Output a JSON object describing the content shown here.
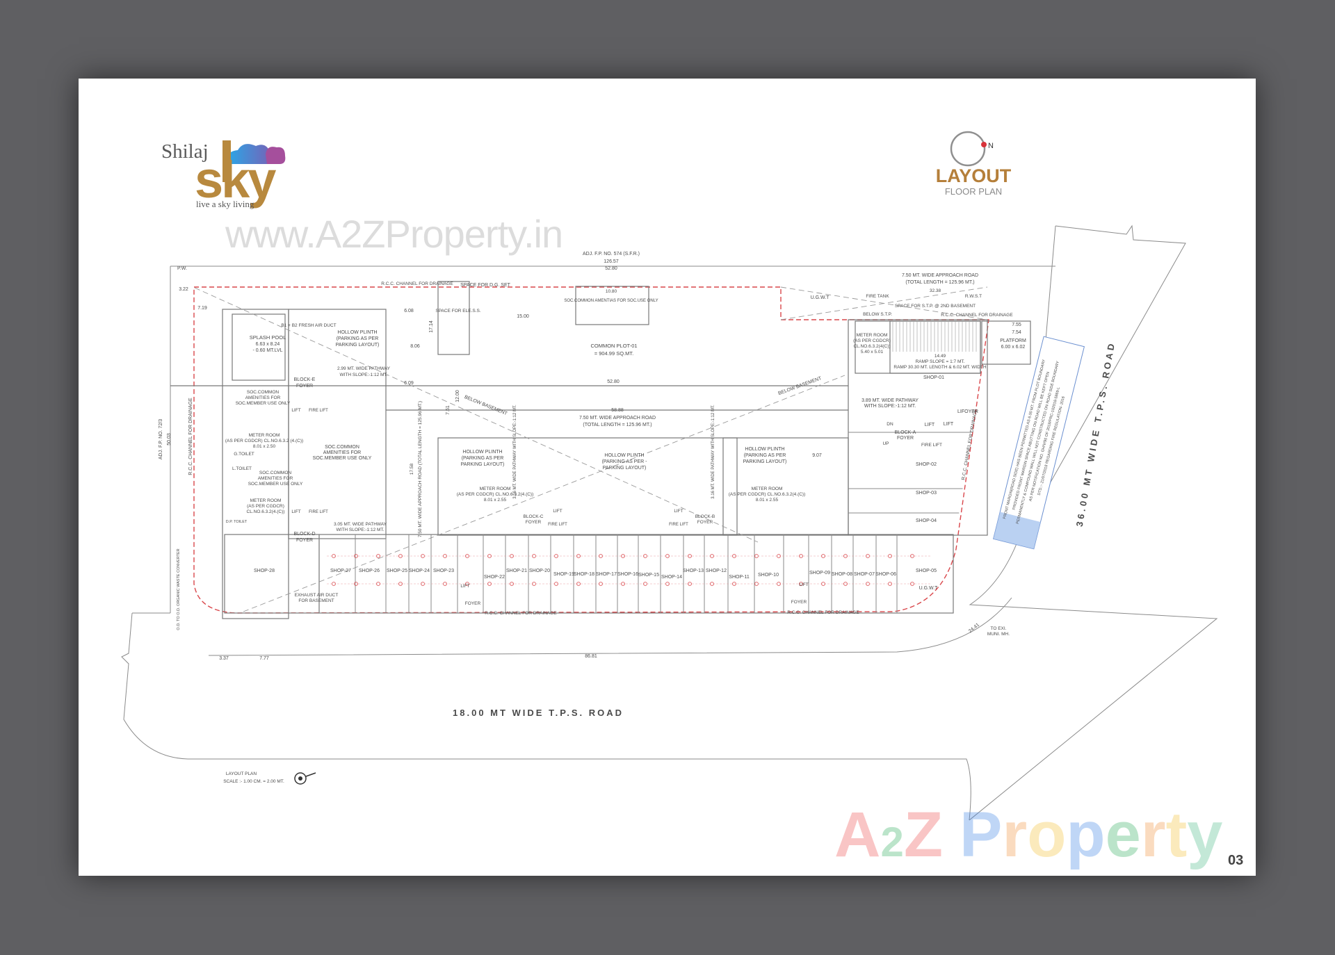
{
  "brand": {
    "name_top": "Shilaj",
    "name_main": "sky",
    "tagline": "live a sky living"
  },
  "watermark_url": "www.A2ZProperty.in",
  "watermark_brand": "A2Z Property",
  "header_badge": {
    "title": "LAYOUT",
    "subtitle": "FLOOR PLAN",
    "north": "N"
  },
  "page_number": "03",
  "colors": {
    "background": "#5f5f62",
    "sheet": "#ffffff",
    "brand_gold": "#b8893e",
    "plan_line": "#7a7a7a",
    "plan_red": "#d9464a",
    "note_blue": "#a9c6ef"
  },
  "roads": {
    "bottom": "18.00 MT WIDE T.P.S. ROAD",
    "right": "36.00 MT WIDE T.P.S. ROAD"
  },
  "legend": {
    "title": "LAYOUT PLAN",
    "scale": "SCALE :- 1.00 CM. = 2.00 MT."
  },
  "shops": [
    "SHOP-01",
    "SHOP-02",
    "SHOP-03",
    "SHOP-04",
    "SHOP-05",
    "SHOP-06",
    "SHOP-07",
    "SHOP-08",
    "SHOP-09",
    "SHOP-10",
    "SHOP-11",
    "SHOP-12",
    "SHOP-13",
    "SHOP-14",
    "SHOP-15",
    "SHOP-16",
    "SHOP-17",
    "SHOP-18",
    "SHOP-19",
    "SHOP-20",
    "SHOP-21",
    "SHOP-22",
    "SHOP-23",
    "SHOP-24",
    "SHOP-25",
    "SHOP-26",
    "SHOP-27",
    "SHOP-28"
  ],
  "labels": {
    "adj_top": "ADJ. F.P. NO. 574 (S.F.R.)",
    "dim_126": "126.57",
    "dim_52a": "52.80",
    "rcc_top": "R.C.C. CHANNEL FOR DRAINAGE",
    "dg_set": "SPACE FOR D.G. SET",
    "ele_ss": "SPACE FOR ELE.S.S.",
    "dim_15": "15.00",
    "dim_1080": "10.80",
    "soc_amen_top": "SOC.COMMON AMENTIAS FOR SOC.USE ONLY",
    "common_plot": "COMMON PLOT-01",
    "common_plot_area": "= 904.99 SQ.MT.",
    "dim_52b": "52.80",
    "dim_5888": "58.88",
    "approach_mid_1": "7.50 MT. WIDE APPROACH ROAD",
    "approach_mid_2": "(TOTAL LENGTH = 125.96 MT.)",
    "below_base_1": "BELOW BASEMENT",
    "below_base_2": "BELOW BASEMENT",
    "splash_pool": "SPLASH POOL",
    "splash_pool_size": "6.63 x 8.24",
    "splash_pool_lvl": "- 0.60 MT.LVL",
    "fresh_air": "B1 + B2 FRESH AIR DUCT",
    "hollow_e_1": "HOLLOW PLINTH",
    "hollow_e_2": "(PARKING AS PER",
    "hollow_e_3": "PARKING LAYOUT)",
    "path_299_1": "2.99 MT. WIDE PATHWAY",
    "path_299_2": "WITH SLOPE:-1:12 MT.",
    "block_e_1": "BLOCK-E",
    "block_e_2": "FOYER",
    "soc_a_1": "SOC.COMMON",
    "soc_a_2": "AMENITIES FOR",
    "soc_a_3": "SOC.MEMBER USE ONLY",
    "lift_e": "LIFT",
    "fire_lift_e": "FIRE LIFT",
    "meter_e_1": "METER ROOM",
    "meter_e_2": "(AS PER CGDCR) CL.NO.6.3.2 (4.(C))",
    "meter_e_3": "8.01 x 2.50",
    "soc_b_1": "SOC.COMMON",
    "soc_b_2": "AMENITIES FOR",
    "soc_b_3": "SOC.MEMBER USE ONLY",
    "g_toilet": "G.TOILET",
    "l_toilet": "L.TOILET",
    "soc_c_1": "SOC.COMMON",
    "soc_c_2": "AMENITIES FOR",
    "soc_c_3": "SOC.MEMBER USE ONLY",
    "meter_d_1": "METER ROOM",
    "meter_d_2": "(AS PER CGDCR)",
    "meter_d_3": "CL.NO.6.3.2(4.(C))",
    "dp_toilet": "D.P. TOILET",
    "lift_d": "LIFT",
    "fire_lift_d": "FIRE LIFT",
    "path_305_1": "3.05 MT. WIDE PATHWAY",
    "path_305_2": "WITH SLOPE:-1:12 MT.",
    "block_d_1": "BLOCK-D",
    "block_d_2": "FOYER",
    "exhaust_1": "EXHAUST AIR DUCT",
    "exhaust_2": "FOR BASEMENT",
    "rcc_left": "R.C.C. CHANNEL FOR DRAINAGE",
    "adj_left": "ADJ. F.P. NO. 72/3",
    "dim_5003": "50.03",
    "organic": "O.D. TO O.D. ORGANIC WASTE CONVERTER",
    "hollow_c_1": "HOLLOW PLINTH",
    "hollow_c_2": "(PARKING AS PER",
    "hollow_c_3": "PARKING LAYOUT)",
    "hollow_m_1": "HOLLOW PLINTH",
    "hollow_m_2": "(PARKING AS PER -",
    "hollow_m_3": "PARKING LAYOUT)",
    "hollow_b_1": "HOLLOW PLINTH",
    "hollow_b_2": "(PARKING AS PER",
    "hollow_b_3": "PARKING LAYOUT)",
    "path_316_a": "3.16 MT. WIDE PATHWAY WITH SLOPE:-1:12 MT.",
    "path_316_b": "3.16 MT. WIDE PATHWAY WITH SLOPE:-1:12 MT.",
    "approach_vert": "7.50 MT. WIDE APPROACH ROAD (TOTAL LENGTH = 125.96 MT.)",
    "dim_1758": "17.58",
    "meter_c_1": "METER ROOM",
    "meter_c_2": "(AS PER CGDCR) CL.NO.6.3.2(4.(C))",
    "meter_c_3": "8.01 x 2.55",
    "meter_b_1": "METER ROOM",
    "meter_b_2": "(AS PER CGDCR) CL.NO.6.3.2(4.(C))",
    "meter_b_3": "8.01 x 2.55",
    "block_c_1": "BLOCK-C",
    "block_c_2": "FOYER",
    "block_b_1": "BLOCK-B",
    "block_b_2": "FOYER",
    "lift_c": "LIFT",
    "fire_lift_c": "FIRE LIFT",
    "lift_b": "LIFT",
    "fire_lift_b": "FIRE LIFT",
    "dim_907": "9.07",
    "ugwt_top": "U.G.W.T",
    "fire_tank": "FIRE TANK",
    "stp_space": "SPACE FOR S.T.P. @ 2ND BASEMENT",
    "dim_3238": "32.38",
    "rwst": "R.W.S.T",
    "approach_tr_1": "7.50 MT. WIDE APPROACH ROAD",
    "approach_tr_2": "(TOTAL LENGTH = 125.96 MT.)",
    "below_stp": "BELOW S.T.P.",
    "rcc_tr": "R.C.C. CHANNEL FOR DRAINAGE",
    "meter_a_1": "METER ROOM",
    "meter_a_2": "(AS PER CGDCR)",
    "meter_a_3": "CL.NO.6.3.2(4(C))",
    "meter_a_4": "5.40 x 5.01",
    "ramp_1": "14.49",
    "ramp_2": "RAMP SLOPE = 1:7 MT.",
    "ramp_3": "RAMP 30.30 MT. LENGTH & 6.02 MT. WIDTH",
    "platform_1": "PLATFORM",
    "platform_2": "6.00 x 6.02",
    "dim_755": "7.55",
    "dim_754": "7.54",
    "path_389_1": "3.89 MT. WIDE PATHWAY",
    "path_389_2": "WITH SLOPE:-1:12 MT.",
    "block_a_1": "BLOCK-A",
    "block_a_2": "FOYER",
    "lift_a1": "LIFT",
    "lift_a2": "LIFT",
    "fire_lift_a": "FIRE LIFT",
    "lifoyer": "LIFOYER",
    "up_a": "UP",
    "dn_a": "DN",
    "rcc_right": "R.C.C. CHANNEL FOR DRAINAGE",
    "front_margin_1": "FRONT MARGIN(ROAD SIDE) HAS BEEN PERMITTED AS 6.00 MT. FROM PLOT BOUNDARY",
    "front_margin_2": "PROVIDED FRONT MARGIN SPACE ABUTTING ON ROAD WILL BE KEPT OPEN",
    "front_margin_3": "PERMANENTLY & COMPOUND WALL WILL NOT CONSTRUCTED ON ROAD SIDE BOUNDARY",
    "front_margin_4": "AS PER NOTIFICATION NO. GH/V/95 OF 2018/PRC-102018-5869-L",
    "front_margin_5": "DTD.:- 21/07/2018 REGARDING FIRE REGULATION- 2016",
    "foyer_1": "FOYER",
    "foyer_2": "FOYER",
    "lift_s1": "LIFT",
    "lift_s2": "LIFT",
    "ugwt_bottom": "U.G.W.T",
    "rcc_b1": "R.C.C. CHANNEL FOR DRAINAGE",
    "rcc_b2": "R.C.C. CHANNEL FOR DRAINAGE",
    "dim_8681": "86.81",
    "dim_777": "7.77",
    "dim_337": "3.37",
    "dim_2441": "24.41",
    "muni_1": "TO EXI.",
    "muni_2": "MUNI. MH.",
    "dim_322": "3.22",
    "dim_719": "7.19",
    "dim_608": "6.08",
    "dim_806": "8.06",
    "dim_609": "6.09",
    "dim_1714": "17.14",
    "dim_1200": "12.00",
    "dim_751": "7.51",
    "pw": "P.W."
  }
}
